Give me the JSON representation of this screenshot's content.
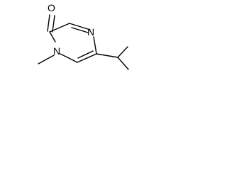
{
  "structure": {
    "atoms": {
      "o1": "O",
      "n_top": "N",
      "n_ring": "N"
    },
    "colors": {
      "bond": "#000000",
      "label": "#000000",
      "background": "#ffffff"
    }
  }
}
